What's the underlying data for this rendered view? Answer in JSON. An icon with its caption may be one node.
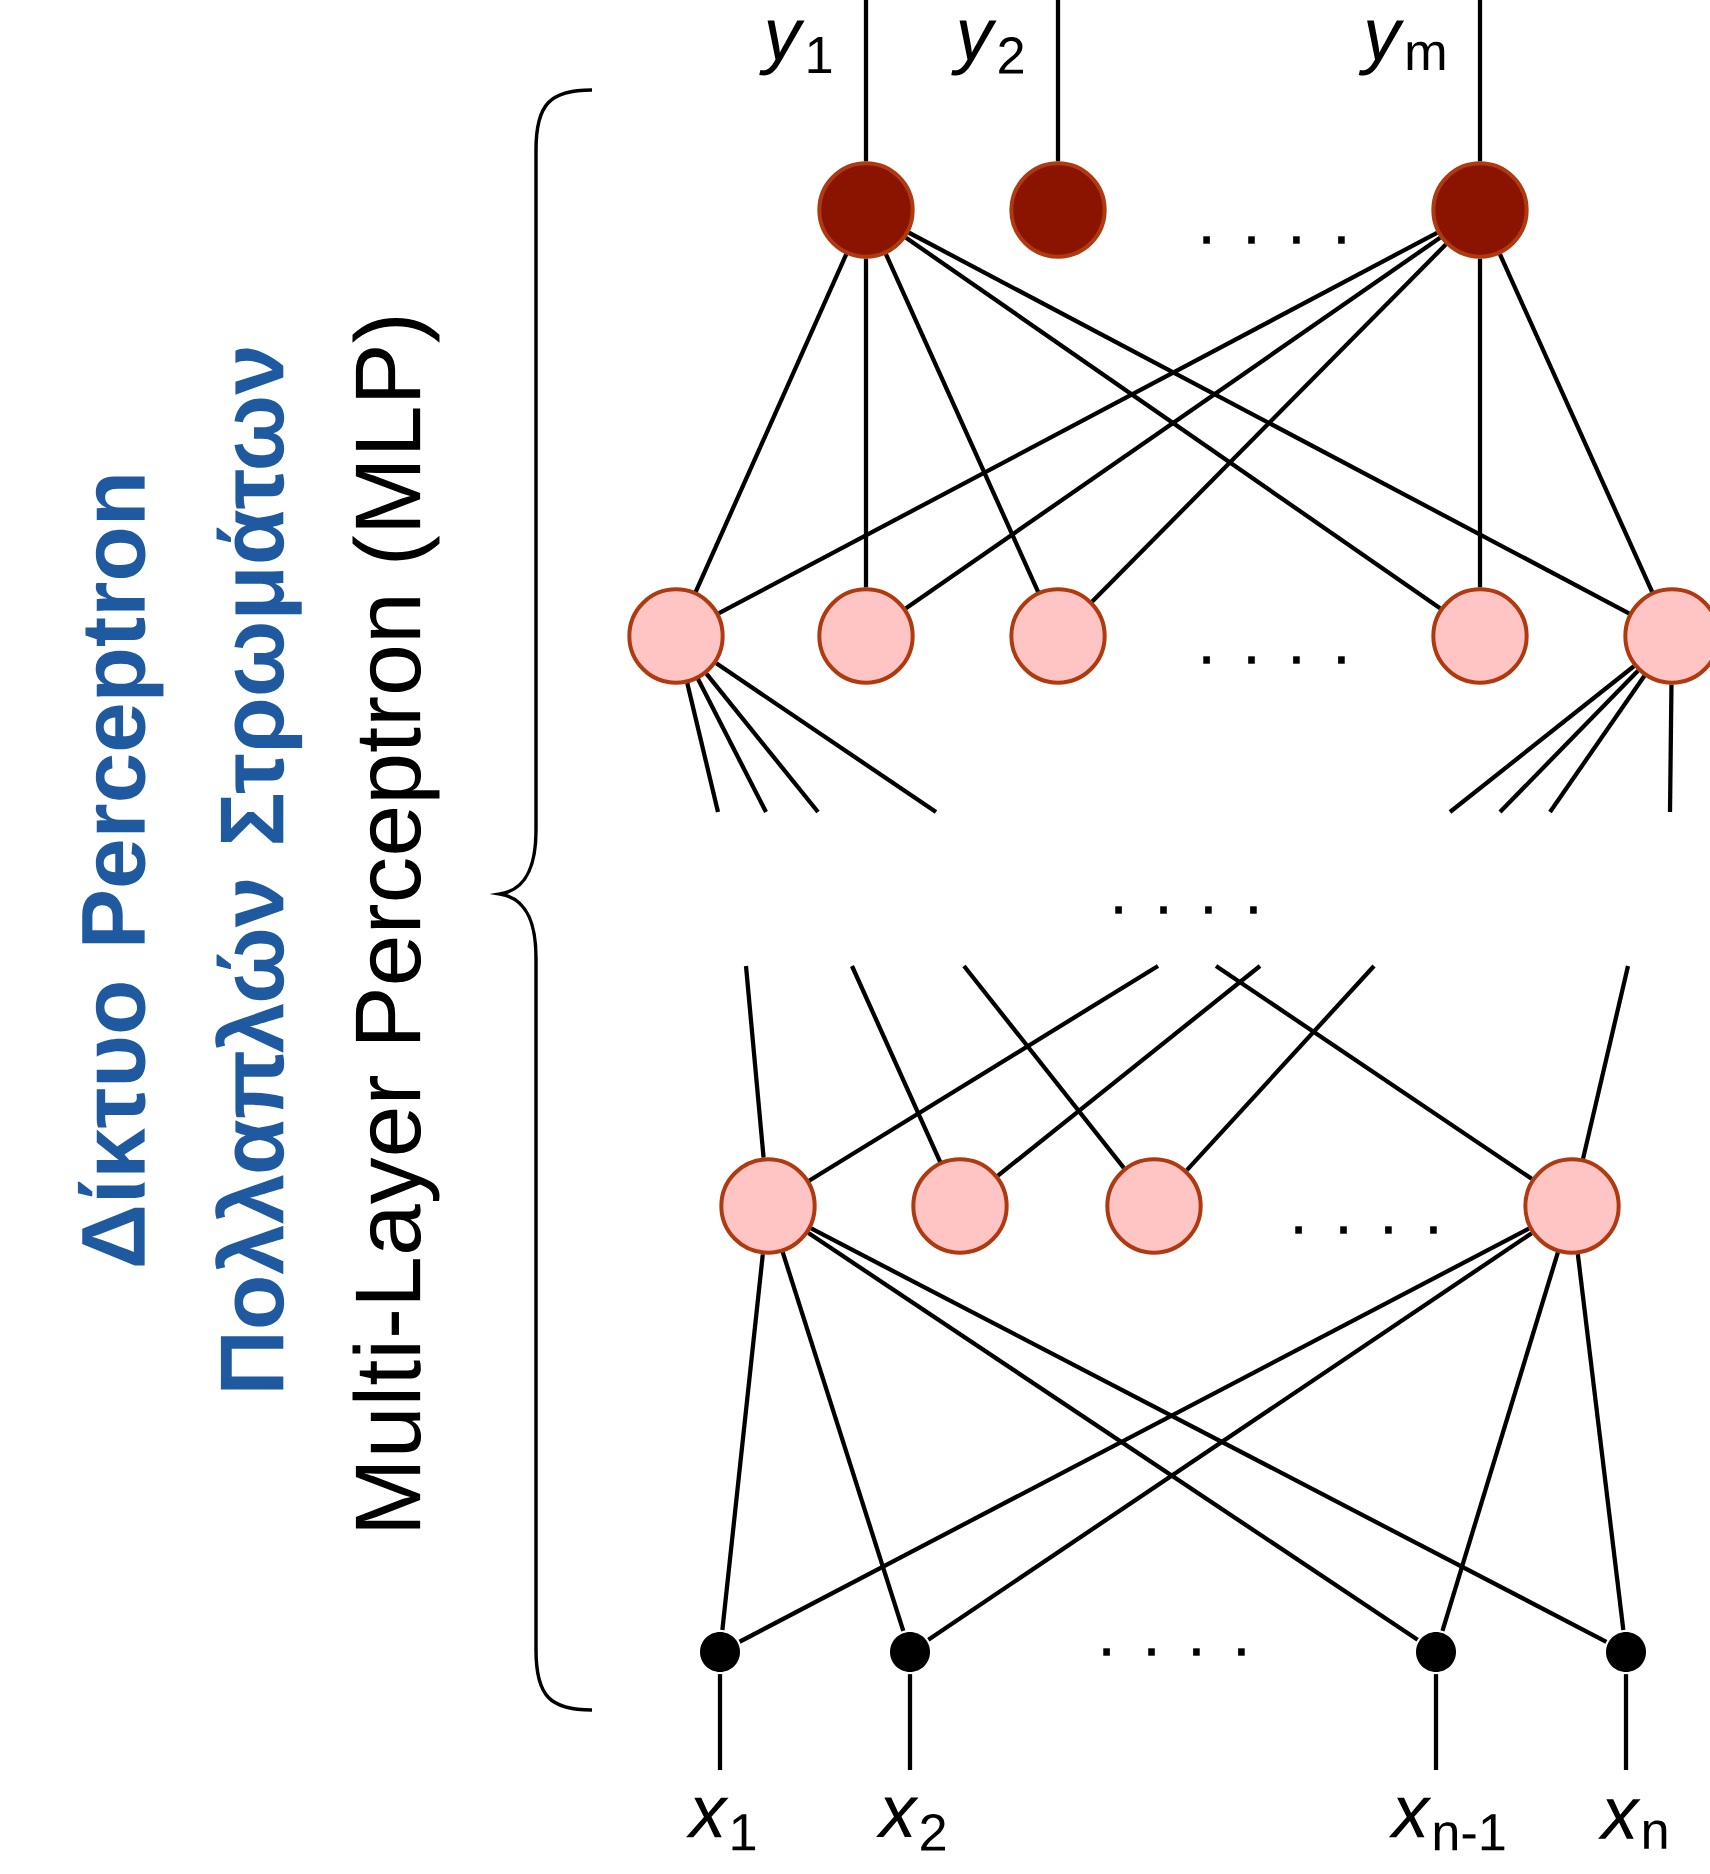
{
  "diagram": {
    "title": "Δίκτυο Perceptron Πολλαπλών Στρωμάτων",
    "caption": "Multi-Layer Perceptron (MLP)",
    "nodes": [
      {
        "text": [],
        "shape": "circle"
      },
      {
        "text": [],
        "shape": "circle"
      },
      {
        "text": [],
        "shape": "circle"
      },
      {
        "text": [],
        "shape": "circle"
      },
      {
        "text": [],
        "shape": "circle"
      },
      {
        "text": [],
        "shape": "circle"
      },
      {
        "text": [],
        "shape": "circle"
      },
      {
        "text": [],
        "shape": "circle"
      },
      {
        "text": [],
        "shape": "circle"
      },
      {
        "text": [],
        "shape": "circle"
      },
      {
        "text": [],
        "shape": "circle"
      },
      {
        "text": [],
        "shape": "circle"
      },
      {
        "text": [],
        "shape": "circle"
      },
      {
        "text": [],
        "shape": "circle"
      },
      {
        "text": [],
        "shape": "circle"
      },
      {
        "text": [],
        "shape": "circle"
      }
    ],
    "edges": [
      {
        "from": 0,
        "to": 3,
        "arrow": "none"
      },
      {
        "from": 0,
        "to": 4,
        "arrow": "none"
      },
      {
        "from": 0,
        "to": 5,
        "arrow": "none"
      },
      {
        "from": 0,
        "to": 6,
        "arrow": "none"
      },
      {
        "from": 0,
        "to": 7,
        "arrow": "none"
      },
      {
        "from": 2,
        "to": 3,
        "arrow": "none"
      },
      {
        "from": 2,
        "to": 4,
        "arrow": "none"
      },
      {
        "from": 2,
        "to": 5,
        "arrow": "none"
      },
      {
        "from": 2,
        "to": 6,
        "arrow": "none"
      },
      {
        "from": 2,
        "to": 7,
        "arrow": "none"
      },
      {
        "from": 3,
        "to": null,
        "arrow": "none"
      },
      {
        "from": 3,
        "to": null,
        "arrow": "none"
      },
      {
        "from": 3,
        "to": null,
        "arrow": "none"
      },
      {
        "from": 3,
        "to": null,
        "arrow": "none"
      },
      {
        "from": 7,
        "to": null,
        "arrow": "none"
      },
      {
        "from": 7,
        "to": null,
        "arrow": "none"
      },
      {
        "from": 7,
        "to": null,
        "arrow": "none"
      },
      {
        "from": 7,
        "to": null,
        "arrow": "none"
      },
      {
        "from": null,
        "to": 8,
        "arrow": "none"
      },
      {
        "from": null,
        "to": 8,
        "arrow": "none"
      },
      {
        "from": null,
        "to": 9,
        "arrow": "none"
      },
      {
        "from": null,
        "to": 9,
        "arrow": "none"
      },
      {
        "from": null,
        "to": 10,
        "arrow": "none"
      },
      {
        "from": null,
        "to": 10,
        "arrow": "none"
      },
      {
        "from": null,
        "to": 11,
        "arrow": "none"
      },
      {
        "from": null,
        "to": 11,
        "arrow": "none"
      },
      {
        "from": 8,
        "to": 12,
        "arrow": "none"
      },
      {
        "from": 8,
        "to": 13,
        "arrow": "none"
      },
      {
        "from": 8,
        "to": 14,
        "arrow": "none"
      },
      {
        "from": 8,
        "to": 15,
        "arrow": "none"
      },
      {
        "from": 11,
        "to": 12,
        "arrow": "none"
      },
      {
        "from": 11,
        "to": 13,
        "arrow": "none"
      },
      {
        "from": 11,
        "to": 14,
        "arrow": "none"
      },
      {
        "from": 11,
        "to": 15,
        "arrow": "none"
      },
      {
        "from": 0,
        "to": null,
        "arrow": "none"
      },
      {
        "from": 1,
        "to": null,
        "arrow": "none"
      },
      {
        "from": 2,
        "to": null,
        "arrow": "none"
      },
      {
        "from": 12,
        "to": null,
        "arrow": "none"
      },
      {
        "from": 13,
        "to": null,
        "arrow": "none"
      },
      {
        "from": 14,
        "to": null,
        "arrow": "none"
      },
      {
        "from": 15,
        "to": null,
        "arrow": "none"
      }
    ],
    "labels": [
      "*y*$_{1}$",
      "*y*$_{2}$",
      "*y*$_{m}$",
      ". . . .",
      ". . . .",
      ". . . .",
      ". . . .",
      ". . . .",
      "*x*$_{1}$",
      "*x*$_{2}$",
      "*x*$_{n-1}$",
      "*x*$_{n}$"
    ]
  }
}
